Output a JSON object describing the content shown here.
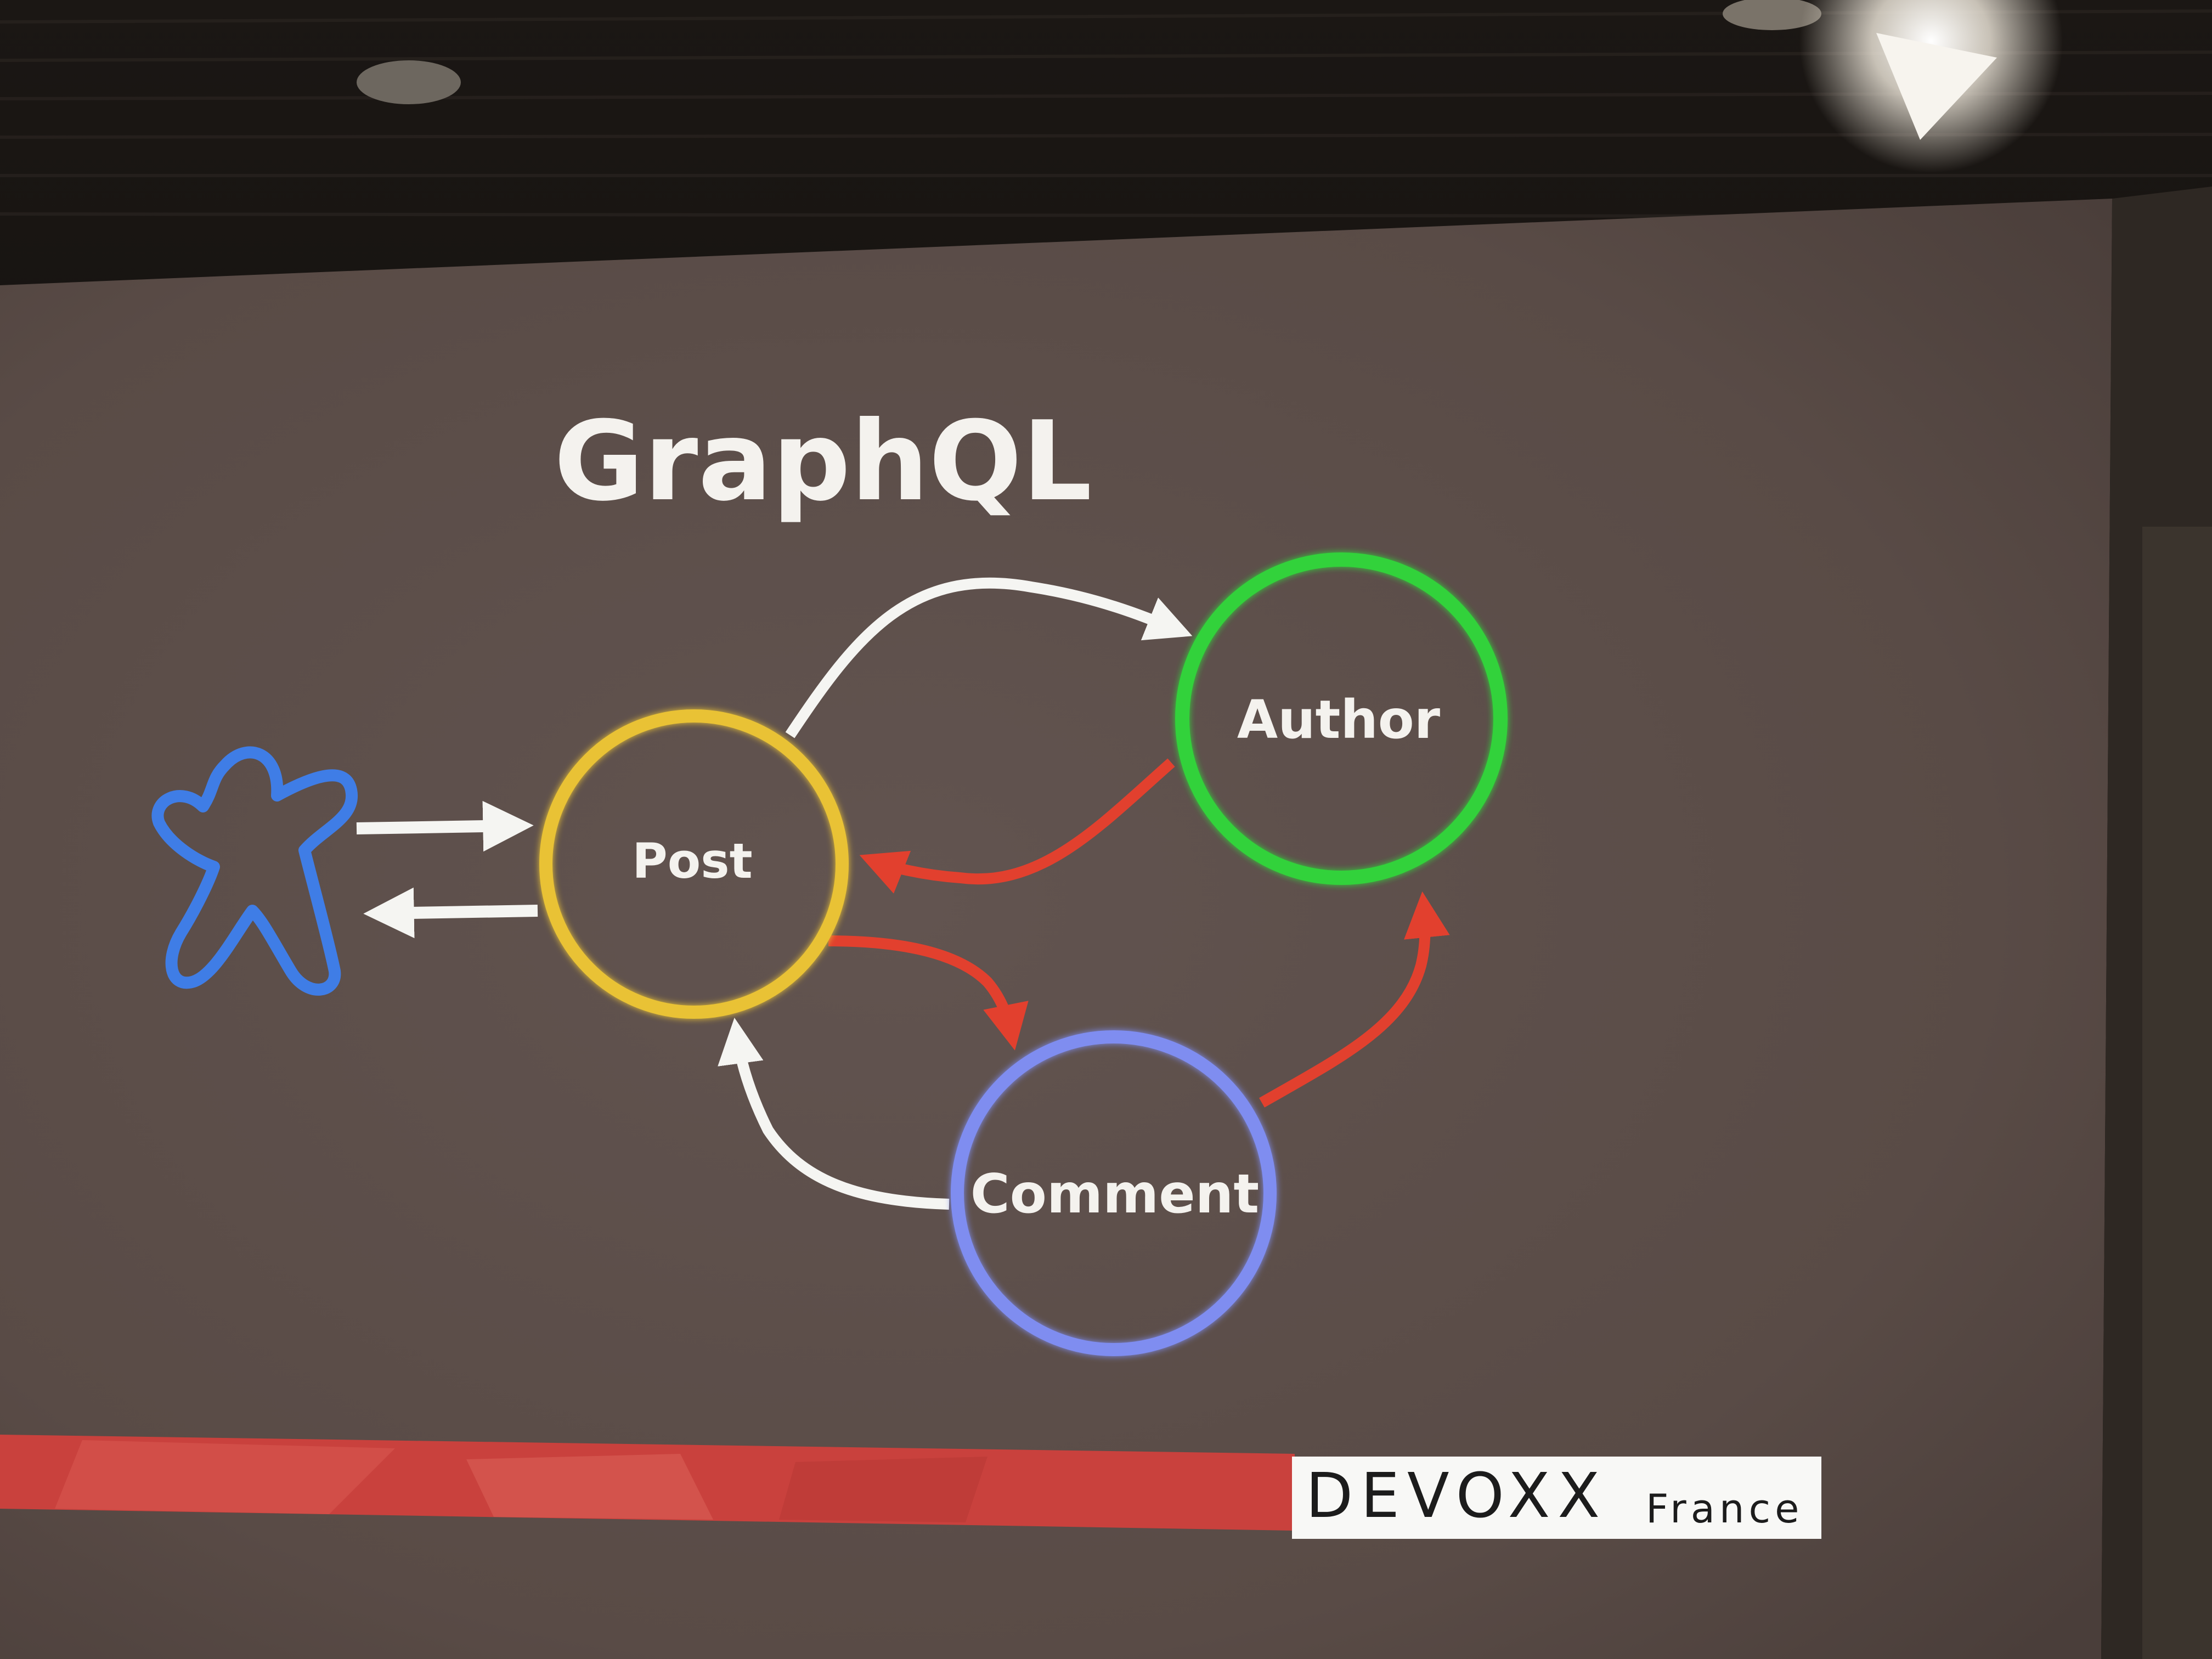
{
  "slide": {
    "title": "GraphQL",
    "nodes": {
      "post": "Post",
      "author": "Author",
      "comment": "Comment"
    }
  },
  "footer": {
    "brand": "DEVOXX",
    "region": "France"
  },
  "colors": {
    "screen": "#5d4f49",
    "text": "#f4f2ee",
    "post_ring": "#e9c236",
    "author_ring": "#33d23a",
    "comment_ring": "#7f8df0",
    "client_shape": "#3f7de6",
    "white_arrow": "#f5f5f2",
    "red_arrow": "#e2402e",
    "footer_band": "#c9413d"
  },
  "icons": {
    "client": "client-blob-icon"
  }
}
